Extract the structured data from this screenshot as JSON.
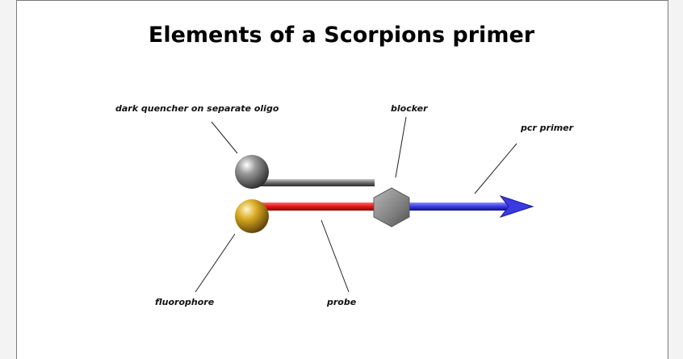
{
  "title": "Elements of a Scorpions primer",
  "labels": {
    "quencher": "dark quencher on separate oligo",
    "blocker": "blocker",
    "pcr_primer": "pcr primer",
    "fluorophore": "fluorophore",
    "probe": "probe"
  },
  "colors": {
    "probe": "#e01818",
    "primer": "#3a3ae0",
    "quencher_oligo": "#6a6a6a",
    "blocker": "#8a8a8a",
    "fluorophore": "#d8a820",
    "quencher": "#5a5a5a"
  }
}
